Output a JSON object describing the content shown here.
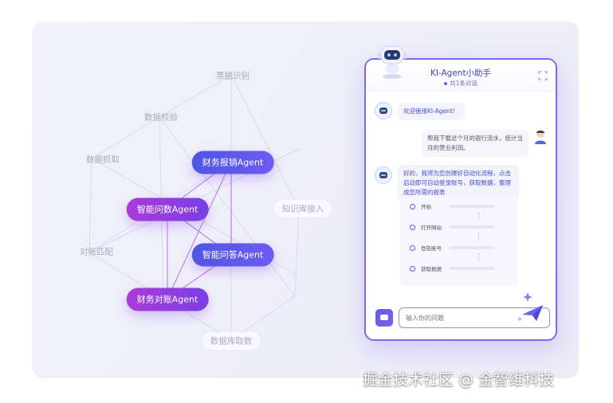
{
  "diagram": {
    "outer_labels": [
      "票据识别",
      "数据校验",
      "数据抓取",
      "知识库接入",
      "对账匹配",
      "数据库取数"
    ],
    "agents": [
      "财务报销Agent",
      "智能问数Agent",
      "智能问答Agent",
      "财务对账Agent"
    ]
  },
  "chat": {
    "title": "KI-Agent小助手",
    "subtitle": "共1条对话",
    "messages": [
      {
        "role": "bot",
        "text": "欢迎使用KI-Agent!"
      },
      {
        "role": "user",
        "text": "帮我下载这个月的银行流水，统计当月的营业利润。"
      },
      {
        "role": "bot",
        "text": "好的，我将为您创建好自动化流程，点击启动即可自动登录账号，获取数据，整理成您所需的报表"
      }
    ],
    "steps": [
      "开始",
      "打开网站",
      "登陆账号",
      "获取数据"
    ],
    "input_placeholder": "输入你的问题"
  },
  "watermark": "掘金技术社区 @ 金智维科技",
  "colors": {
    "accent": "#6366f1",
    "purple": "#9b3fe0",
    "panel_border": "#7b6af0"
  }
}
